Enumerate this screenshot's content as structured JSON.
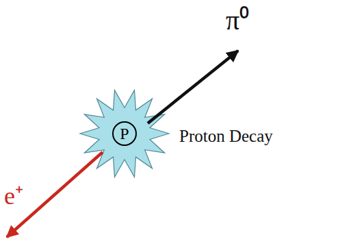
{
  "diagram": {
    "nodes": [
      {
        "text": [
          "P"
        ]
      }
    ],
    "labels": [
      "π⁰",
      "Proton Decay",
      "e⁺"
    ]
  }
}
